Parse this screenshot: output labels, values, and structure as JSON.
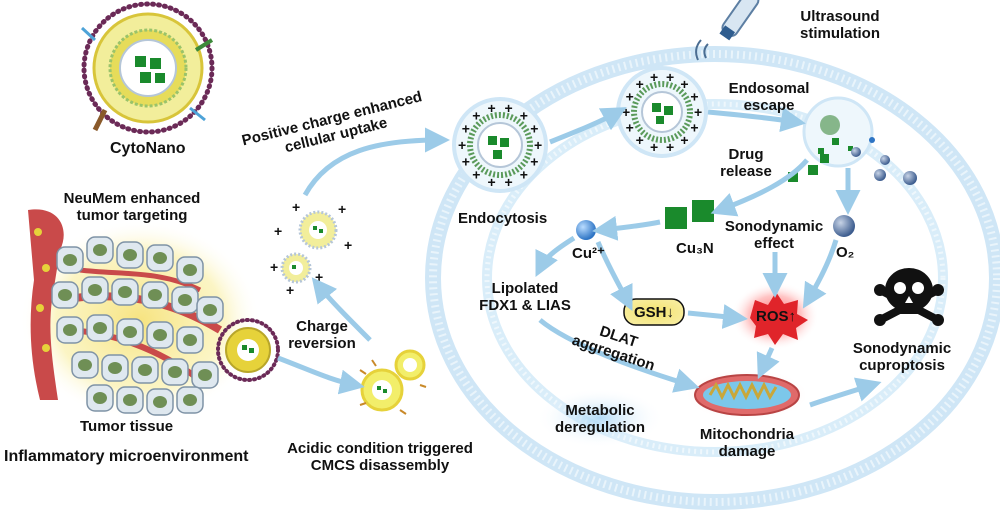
{
  "labels": {
    "cytonano": "CytoNano",
    "ultrasound_1": "Ultrasound",
    "ultrasound_2": "stimulation",
    "positive_1": "Positive charge enhanced",
    "positive_2": "cellular uptake",
    "endosomal_1": "Endosomal",
    "endosomal_2": "escape",
    "drug_1": "Drug",
    "drug_2": "release",
    "neumem_1": "NeuMem enhanced",
    "neumem_2": "tumor targeting",
    "endocytosis": "Endocytosis",
    "cu2": "Cu²⁺",
    "cu3n": "Cu₃N",
    "sono_effect_1": "Sonodynamic",
    "sono_effect_2": "effect",
    "o2": "O₂",
    "lipolated_1": "Lipolated",
    "lipolated_2": "FDX1 & LIAS",
    "gsh": "GSH↓",
    "ros": "ROS↑",
    "charge_1": "Charge",
    "charge_2": "reversion",
    "dlat_1": "DLAT",
    "dlat_2": "aggregation",
    "sono_cupro_1": "Sonodynamic",
    "sono_cupro_2": "cuproptosis",
    "tumor_tissue": "Tumor tissue",
    "metabolic_1": "Metabolic",
    "metabolic_2": "deregulation",
    "mito_1": "Mitochondria",
    "mito_2": "damage",
    "inflammatory": "Inflammatory microenvironment",
    "acidic_1": "Acidic condition triggered",
    "acidic_2": "CMCS disassembly"
  },
  "colors": {
    "arrow": "#9ccbe8",
    "cell_membrane": "#cfe6f6",
    "nanoparticle_shell": "#e6d23a",
    "neumem_ring": "#6b2a57",
    "drug_green": "#1a8a2c",
    "vessel": "#c94a4a",
    "ros_red": "#e0242a",
    "tumor_glow": "#f6e06a"
  }
}
